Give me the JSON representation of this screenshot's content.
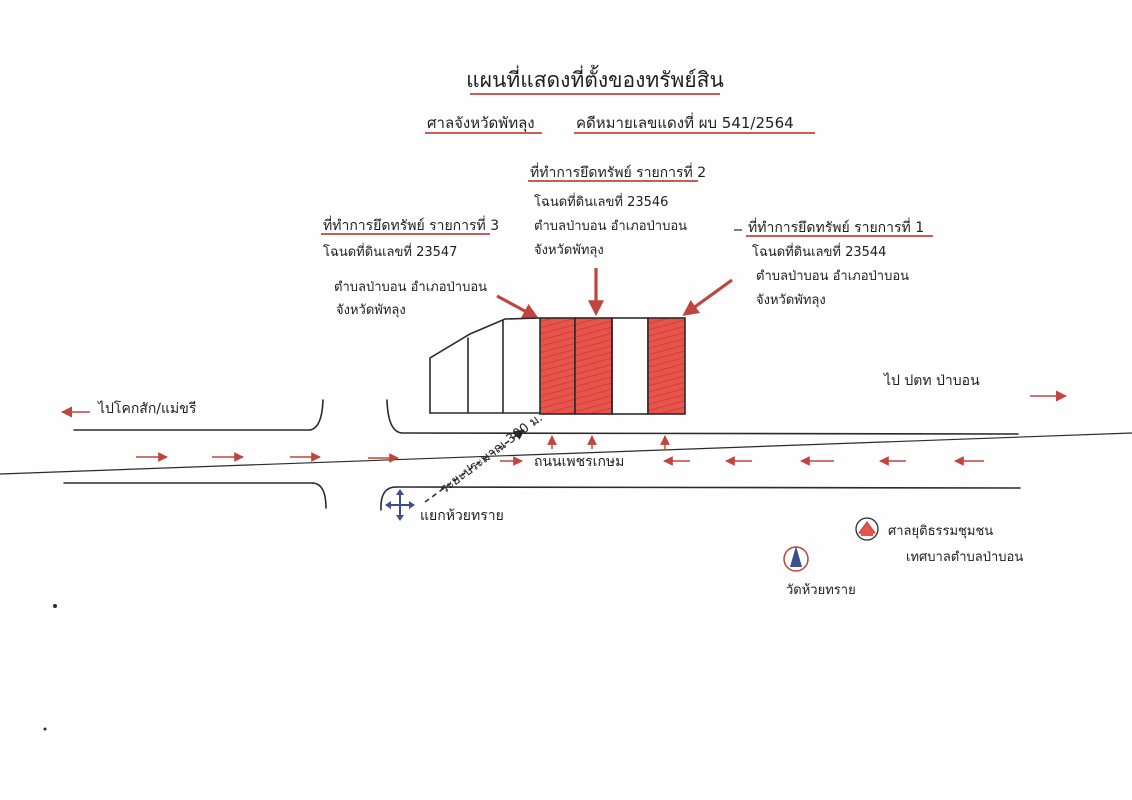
{
  "title": "แผนที่แสดงที่ตั้งของทรัพย์สิน",
  "subtitle": {
    "court": "ศาลจังหวัดพัทลุง",
    "case": "คดีหมายเลขแดงที่ ผบ 541/2564"
  },
  "parcels": [
    {
      "heading": "ที่ทำการยึดทรัพย์ รายการที่ 3",
      "deed": "โฉนดที่ดินเลขที่ 23547",
      "location": "ตำบลป่าบอน อำเภอป่าบอน",
      "province": "จังหวัดพัทลุง"
    },
    {
      "heading": "ที่ทำการยึดทรัพย์ รายการที่ 2",
      "deed": "โฉนดที่ดินเลขที่ 23546",
      "location": "ตำบลป่าบอน อำเภอป่าบอน",
      "province": "จังหวัดพัทลุง"
    },
    {
      "heading": "ที่ทำการยึดทรัพย์ รายการที่ 1",
      "deed": "โฉนดที่ดินเลขที่ 23544",
      "location": "ตำบลป่าบอน อำเภอป่าบอน",
      "province": "จังหวัดพัทลุง"
    }
  ],
  "roads": {
    "left_direction": "ไปโคกสัก/แม่ขรี",
    "right_direction": "ไป ปตท ป่าบอน",
    "main_road": "ถนนเพชรเกษม",
    "distance": "ระยะประมาณ 300 ม."
  },
  "landmarks": {
    "junction": "แยกห้วยทราย",
    "shrine_line1": "ศาลยุติธรรมชุมชน",
    "shrine_line2": "เทศบาลตำบลป่าบอน",
    "temple": "วัดห้วยทราย"
  },
  "colors": {
    "ink": "#2b2b2b",
    "seized_fill": "#e8544b",
    "arrow_red": "#c0453e",
    "temple_blue": "#3d4f8a"
  },
  "icons": {
    "junction": "cross-arrows-icon",
    "shrine": "shrine-icon",
    "temple": "temple-icon"
  }
}
